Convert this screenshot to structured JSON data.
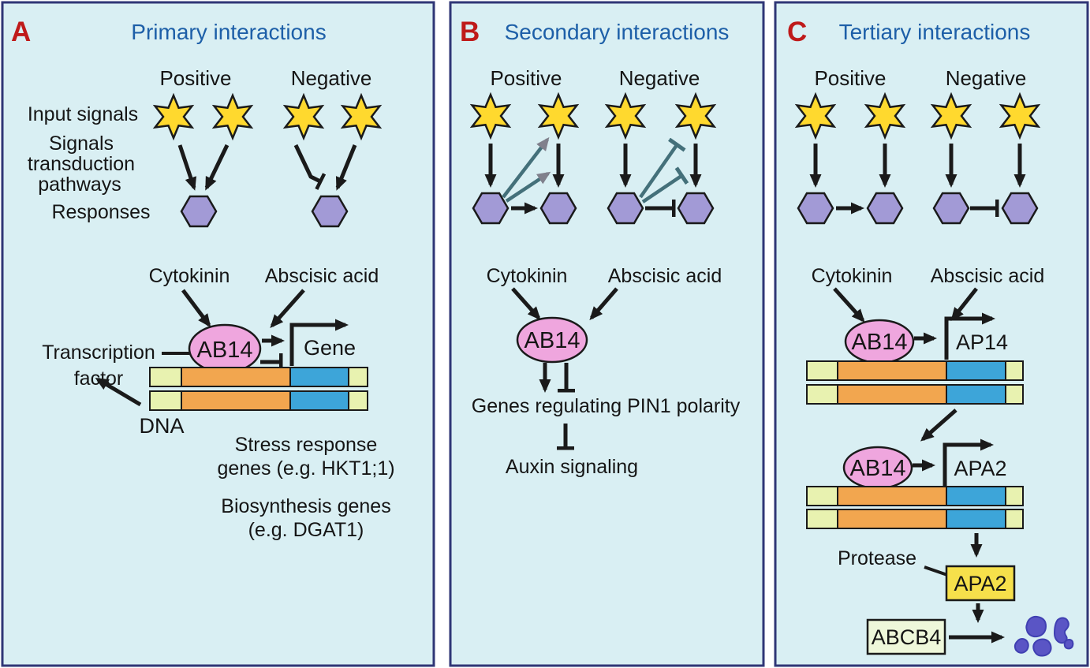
{
  "figure": {
    "panel_a": {
      "letter": "A",
      "title": "Primary interactions",
      "positive": "Positive",
      "negative": "Negative",
      "input_signals": "Input signals",
      "pathway_lines": [
        "Signals",
        "transduction",
        "pathways"
      ],
      "responses": "Responses",
      "cytokinin": "Cytokinin",
      "abscisic_acid": "Abscisic acid",
      "transcription_factor": [
        "Transcription",
        "factor"
      ],
      "protein": "AB14",
      "gene": "Gene",
      "dna": "DNA",
      "gene_notes": [
        "Stress response",
        "genes (e.g. HKT1;1)",
        "Biosynthesis genes",
        "(e.g. DGAT1)"
      ]
    },
    "panel_b": {
      "letter": "B",
      "title": "Secondary interactions",
      "positive": "Positive",
      "negative": "Negative",
      "cytokinin": "Cytokinin",
      "abscisic_acid": "Abscisic acid",
      "protein": "AB14",
      "target_genes": "Genes regulating PIN1 polarity",
      "downstream": "Auxin signaling"
    },
    "panel_c": {
      "letter": "C",
      "title": "Tertiary interactions",
      "positive": "Positive",
      "negative": "Negative",
      "cytokinin": "Cytokinin",
      "abscisic_acid": "Abscisic acid",
      "protein1": "AB14",
      "gene1": "AP14",
      "protein2": "AB14",
      "gene2": "APA2",
      "protease": "Protease",
      "protein_product": "APA2",
      "transporter": "ABCB4"
    }
  },
  "colors": {
    "panel_background": "#d9eff3",
    "panel_border": "#2f3676",
    "title_blue": "#1d5fa8",
    "letter_red": "#bf1a1a",
    "text_black": "#151515",
    "star_yellow": "#ffd92e",
    "hexagon_purple": "#a29ad6",
    "protein_pink": "#efa6de",
    "dna_orange": "#f2a64f",
    "dna_blue": "#3da5d9",
    "dna_pale_green": "#e8f2b0",
    "teal_arrow": "#44707a",
    "gray_arrowhead": "#80808c",
    "apa2_box_yellow": "#f6e04b",
    "abcb4_box_green": "#eef7da",
    "blob_purple": "#5a55c5"
  }
}
